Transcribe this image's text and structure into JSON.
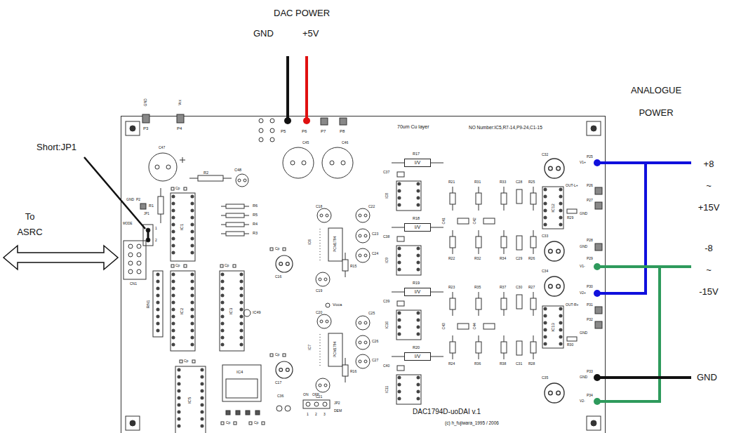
{
  "diagram": {
    "nodes": [
      {
        "text": [
          "I/V"
        ]
      },
      {
        "text": [
          "I/V"
        ]
      },
      {
        "text": [
          "I/V"
        ]
      },
      {
        "text": [
          "I/V"
        ]
      }
    ],
    "labels": [
      "DAC POWER",
      "GND",
      "+5V",
      "Short:JP1",
      "To ASRC",
      "ANALOGUE POWER",
      "+8 ~ +15V",
      "-8 ~ -15V",
      "GND",
      "70um Cu layer",
      "NO Number:IC5,R7-14,P9-24,C1-15",
      "DAC1794D-uoDAI v.1",
      "(c) h_fujiwara_1995 / 2006",
      "GND",
      "P3",
      "Vcc",
      "P4",
      "P5",
      "P6",
      "P7",
      "P8",
      "C47",
      "C45",
      "C46",
      "R2",
      "C48",
      "R1",
      "R6",
      "R5",
      "R4",
      "R3",
      "IC1",
      "IC2",
      "IC3",
      "RN1",
      "IC49",
      "IC4",
      "C36",
      "IC5",
      "GND",
      "P2",
      "MODE",
      "JP1",
      "1",
      "2",
      "CN1",
      "ON",
      "OFF",
      "1",
      "2",
      "3",
      "JP2",
      "DEM",
      "C18",
      "C22",
      "C23",
      "C24",
      "C16",
      "C19",
      "IC6",
      "PCM1794",
      "R15",
      "Vcca",
      "C20",
      "C25",
      "C26",
      "C27",
      "C17",
      "C21",
      "IC7",
      "PCM1794",
      "R16",
      "R17",
      "C37",
      "IC8",
      "R18",
      "C38",
      "IC9",
      "R19",
      "C39",
      "IC10",
      "R20",
      "C40",
      "IC11",
      "R21",
      "R31",
      "R33",
      "C28",
      "R25",
      "R22",
      "R32",
      "R34",
      "C29",
      "R26",
      "C41",
      "C42",
      "R23",
      "R35",
      "R37",
      "C30",
      "R27",
      "R24",
      "R36",
      "R38",
      "C31",
      "R28",
      "C43",
      "C44",
      "IC12",
      "IC13",
      "OUT-L+",
      "P26",
      "P27",
      "GND",
      "R29",
      "P28",
      "GND",
      "P29",
      "V1-",
      "C32",
      "P25",
      "V1+",
      "C33",
      "C34",
      "P30",
      "V2+",
      "OUT-R+",
      "P31",
      "P32",
      "GND",
      "R30",
      "P33",
      "GND",
      "P34",
      "V2-",
      "C35",
      "Cp",
      "Cp",
      "Cp",
      "Cp",
      "Cp",
      "Cp",
      "Cp",
      "Cp"
    ]
  }
}
